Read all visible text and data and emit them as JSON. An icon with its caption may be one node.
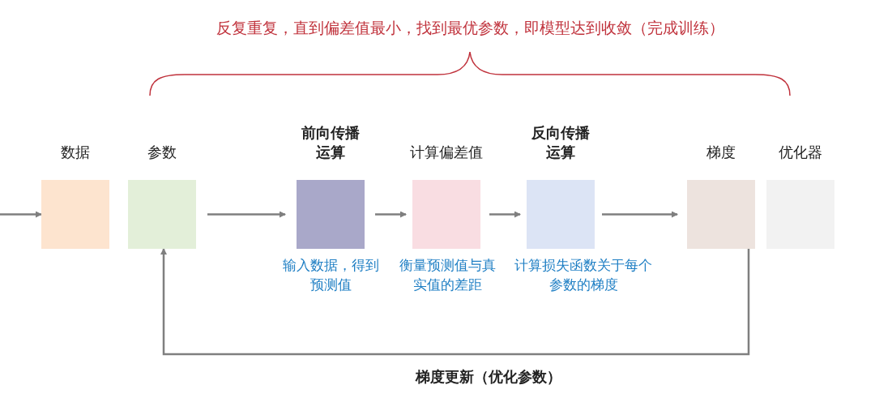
{
  "diagram": {
    "nodes": [
      {
        "text": [
          "数据"
        ]
      },
      {
        "text": [
          "参数"
        ]
      },
      {
        "text": [
          "前向传播运算"
        ],
        "beside": [
          "输入数据，得到预测值"
        ]
      },
      {
        "text": [
          "计算偏差值"
        ],
        "beside": [
          "衡量预测值与真实值的差距"
        ]
      },
      {
        "text": [
          "反向传播运算"
        ],
        "beside": [
          "计算损失函数关于每个参数的梯度"
        ]
      },
      {
        "text": [
          "梯度"
        ]
      },
      {
        "text": [
          "优化器"
        ]
      }
    ],
    "edges": [
      {
        "from": null,
        "to": 0,
        "arrow": "to"
      },
      {
        "from": 1,
        "to": 2,
        "arrow": "to"
      },
      {
        "from": 2,
        "to": 3,
        "arrow": "to"
      },
      {
        "from": 3,
        "to": 4,
        "arrow": "to"
      },
      {
        "from": 4,
        "to": 5,
        "arrow": "to"
      },
      {
        "from": 5,
        "to": 1,
        "arrow": "to",
        "label": "梯度更新（优化参数）"
      }
    ],
    "labels": [
      "反复重复，直到偏差值最小，找到最优参数，即模型达到收敛（完成训练）"
    ]
  }
}
